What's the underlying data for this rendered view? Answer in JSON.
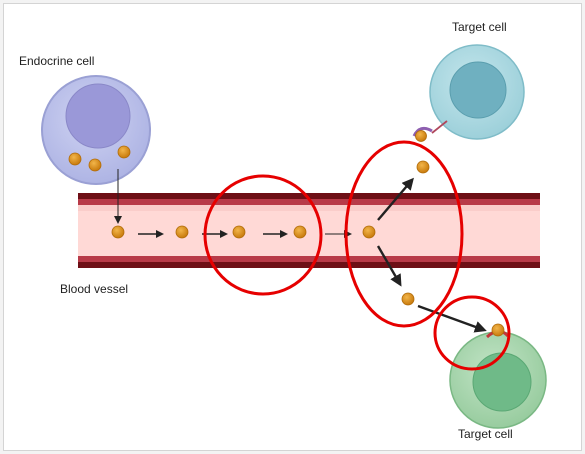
{
  "labels": {
    "endocrine_cell": "Endocrine cell",
    "blood_vessel": "Blood vessel",
    "target_cell_top": "Target cell",
    "target_cell_bottom": "Target cell"
  },
  "colors": {
    "endocrine_cell_fill": "#b9bfe8",
    "endocrine_nucleus": "#9a98d8",
    "vessel_outer": "#6e0f16",
    "vessel_inner": "#ffd9d6",
    "hormone": "#d98b14",
    "target_top_fill": "#a9d8e0",
    "target_top_nucleus": "#6fb0c0",
    "target_bottom_fill": "#a6d4ac",
    "target_bottom_nucleus": "#6fba88",
    "highlight_circle": "#e60000",
    "arrow": "#222222"
  },
  "icons": [
    "endocrine-cell-icon",
    "hormone-molecule-icon",
    "blood-vessel-icon",
    "target-cell-icon",
    "receptor-icon",
    "arrow-icon"
  ]
}
